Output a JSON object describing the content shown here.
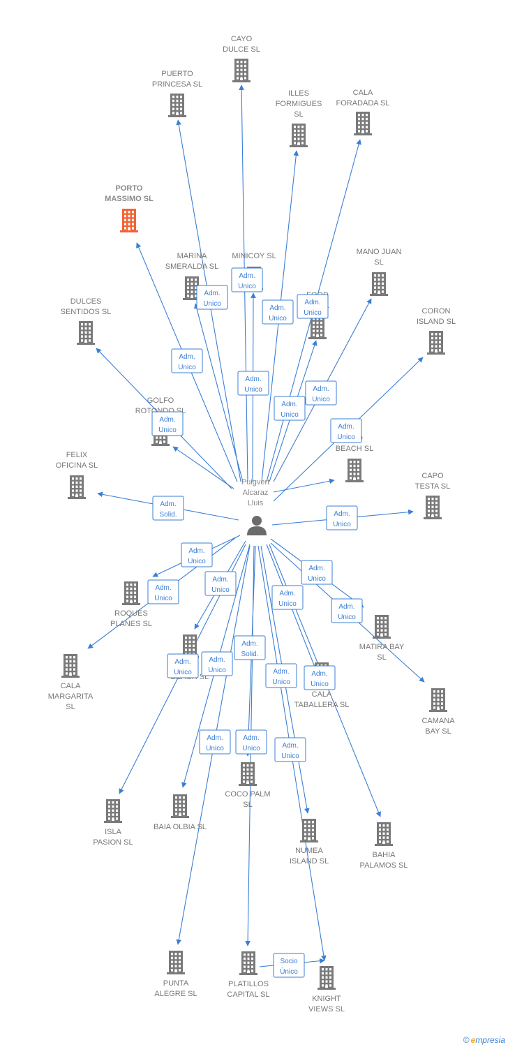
{
  "colors": {
    "edge": "#3a7fd5",
    "building": "#7a7a7a",
    "building_highlight": "#f26535",
    "person": "#6b6b6b"
  },
  "person": {
    "name_lines": [
      "Puigvert",
      "Alcaraz",
      "Lluis"
    ],
    "icon": "person-icon"
  },
  "companies": [
    {
      "id": "cayo-dulce",
      "lines": [
        "CAYO",
        "DULCE  SL"
      ]
    },
    {
      "id": "puerto-princesa",
      "lines": [
        "PUERTO",
        "PRINCESA  SL"
      ]
    },
    {
      "id": "illes-formigues",
      "lines": [
        "ILLES",
        "FORMIGUES",
        "SL"
      ]
    },
    {
      "id": "cala-foradada",
      "lines": [
        "CALA",
        "FORADADA  SL"
      ]
    },
    {
      "id": "porto-massimo",
      "lines": [
        "PORTO",
        "MASSIMO  SL"
      ],
      "highlight": true
    },
    {
      "id": "marina-smeralda",
      "lines": [
        "MARINA",
        "SMERALDA  SL"
      ]
    },
    {
      "id": "minicoy",
      "lines": [
        "MINICOY  SL"
      ]
    },
    {
      "id": "mano-juan",
      "lines": [
        "MANO JUAN",
        "SL"
      ]
    },
    {
      "id": "food",
      "lines": [
        "FOOD",
        "C...  SL"
      ]
    },
    {
      "id": "dulces-sentidos",
      "lines": [
        "DULCES",
        "SENTIDOS  SL"
      ]
    },
    {
      "id": "coron-island",
      "lines": [
        "CORON",
        "ISLAND  SL"
      ]
    },
    {
      "id": "golfo-rotondo",
      "lines": [
        "GOLFO",
        "ROTONDO  SL"
      ]
    },
    {
      "id": "lo-beach",
      "lines": [
        "...LO",
        "BEACH SL"
      ]
    },
    {
      "id": "felix-oficina",
      "lines": [
        "FELIX",
        "OFICINA SL"
      ]
    },
    {
      "id": "capo-testa",
      "lines": [
        "CAPO",
        "TESTA  SL"
      ]
    },
    {
      "id": "roques-planes",
      "lines": [
        "ROQUES",
        "PLANES  SL"
      ]
    },
    {
      "id": "matira-bay",
      "lines": [
        "MATIRA BAY",
        "SL"
      ]
    },
    {
      "id": "cala-margarita",
      "lines": [
        "CALA",
        "MARGARITA",
        "SL"
      ]
    },
    {
      "id": "beach",
      "lines": [
        "...",
        "BEACH  SL"
      ]
    },
    {
      "id": "cala-taballera",
      "lines": [
        "CALA",
        "TABALLERA  SL"
      ]
    },
    {
      "id": "camana-bay",
      "lines": [
        "CAMANA",
        "BAY  SL"
      ]
    },
    {
      "id": "coco-palm",
      "lines": [
        "COCO PALM",
        "SL"
      ]
    },
    {
      "id": "isla-pasion",
      "lines": [
        "ISLA",
        "PASION  SL"
      ]
    },
    {
      "id": "baia-olbia",
      "lines": [
        "BAIA OLBIA  SL"
      ]
    },
    {
      "id": "numea-island",
      "lines": [
        "NUMEA",
        "ISLAND  SL"
      ]
    },
    {
      "id": "bahia-palamos",
      "lines": [
        "BAHIA",
        "PALAMOS  SL"
      ]
    },
    {
      "id": "punta-alegre",
      "lines": [
        "PUNTA",
        "ALEGRE  SL"
      ]
    },
    {
      "id": "platillos-capital",
      "lines": [
        "PLATILLOS",
        "CAPITAL  SL"
      ]
    },
    {
      "id": "knight-views",
      "lines": [
        "KNIGHT",
        "VIEWS  SL"
      ]
    }
  ],
  "edges": [
    {
      "from": "person",
      "to": "cayo-dulce",
      "label": [
        "Adm.",
        "Unico"
      ]
    },
    {
      "from": "person",
      "to": "puerto-princesa",
      "label": [
        "Adm.",
        "Unico"
      ]
    },
    {
      "from": "person",
      "to": "illes-formigues",
      "label": [
        "Adm.",
        "Unico"
      ]
    },
    {
      "from": "person",
      "to": "cala-foradada",
      "label": [
        "Adm.",
        "Unico"
      ]
    },
    {
      "from": "person",
      "to": "porto-massimo",
      "label": [
        "Adm.",
        "Unico"
      ]
    },
    {
      "from": "person",
      "to": "marina-smeralda",
      "label": [
        "Adm.",
        "Unico"
      ]
    },
    {
      "from": "person",
      "to": "minicoy",
      "label": [
        "Adm.",
        "Unico"
      ]
    },
    {
      "from": "person",
      "to": "food",
      "label": [
        "Adm.",
        "Unico"
      ]
    },
    {
      "from": "person",
      "to": "mano-juan",
      "label": [
        "Adm.",
        "Unico"
      ]
    },
    {
      "from": "person",
      "to": "dulces-sentidos",
      "label": [
        "Adm.",
        "Unico"
      ]
    },
    {
      "from": "person",
      "to": "coron-island",
      "label": [
        "Adm.",
        "Unico"
      ]
    },
    {
      "from": "person",
      "to": "golfo-rotondo",
      "label": [
        "Adm.",
        "Unico"
      ]
    },
    {
      "from": "person",
      "to": "lo-beach",
      "label": [
        "Adm.",
        "Unico"
      ]
    },
    {
      "from": "person",
      "to": "felix-oficina",
      "label": [
        "Adm.",
        "Solid."
      ]
    },
    {
      "from": "person",
      "to": "capo-testa",
      "label": [
        "Adm.",
        "Unico"
      ]
    },
    {
      "from": "person",
      "to": "roques-planes",
      "label": [
        "Adm.",
        "Unico"
      ]
    },
    {
      "from": "person",
      "to": "cala-margarita",
      "label": [
        "Adm.",
        "Unico"
      ]
    },
    {
      "from": "person",
      "to": "matira-bay",
      "label": [
        "Adm.",
        "Unico"
      ]
    },
    {
      "from": "person",
      "to": "camana-bay",
      "label": [
        "Adm.",
        "Unico"
      ]
    },
    {
      "from": "person",
      "to": "beach",
      "label": [
        "Adm.",
        "Unico"
      ]
    },
    {
      "from": "person",
      "to": "cala-taballera",
      "label": [
        "Adm.",
        "Unico"
      ]
    },
    {
      "from": "person",
      "to": "isla-pasion",
      "label": [
        "Adm.",
        "Unico"
      ]
    },
    {
      "from": "person",
      "to": "baia-olbia",
      "label": [
        "Adm.",
        "Unico"
      ]
    },
    {
      "from": "person",
      "to": "coco-palm",
      "label": [
        "Adm.",
        "Solid."
      ]
    },
    {
      "from": "person",
      "to": "numea-island",
      "label": [
        "Adm.",
        "Unico"
      ]
    },
    {
      "from": "person",
      "to": "bahia-palamos",
      "label": [
        "Adm.",
        "Unico"
      ]
    },
    {
      "from": "person",
      "to": "punta-alegre",
      "label": [
        "Adm.",
        "Unico"
      ]
    },
    {
      "from": "person",
      "to": "platillos-capital",
      "label": [
        "Adm.",
        "Unico"
      ]
    },
    {
      "from": "person",
      "to": "knight-views",
      "label": [
        "Adm.",
        "Unico"
      ]
    },
    {
      "from": "platillos-capital",
      "to": "knight-views",
      "label": [
        "Socio",
        "Único"
      ]
    }
  ],
  "footer": {
    "copyright": "©",
    "brand_e": "e",
    "brand_rest": "mpresia"
  }
}
